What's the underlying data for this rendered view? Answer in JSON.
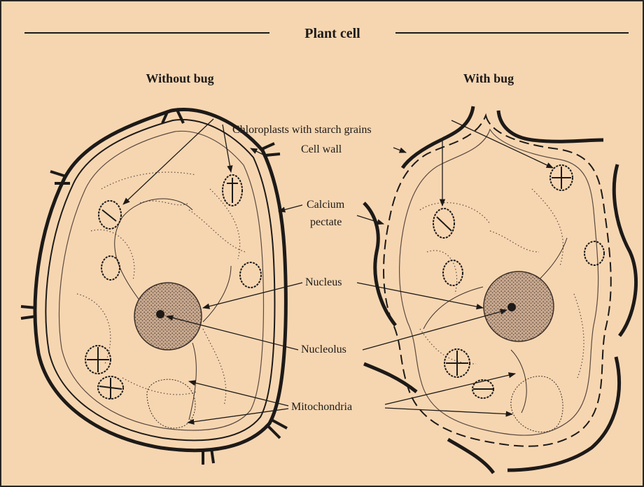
{
  "title": "Plant cell",
  "panels": {
    "left": "Without bug",
    "right": "With bug"
  },
  "labels": {
    "chloroplasts": "Chloroplasts with starch grains",
    "cell_wall": "Cell wall",
    "calcium_line1": "Calcium",
    "calcium_line2": "pectate",
    "nucleus": "Nucleus",
    "nucleolus": "Nucleolus",
    "mitochondria": "Mitochondria"
  },
  "colors": {
    "background": "#f6d6b1",
    "ink": "#1d1a18",
    "nucleus_fill": "#b89a82"
  }
}
